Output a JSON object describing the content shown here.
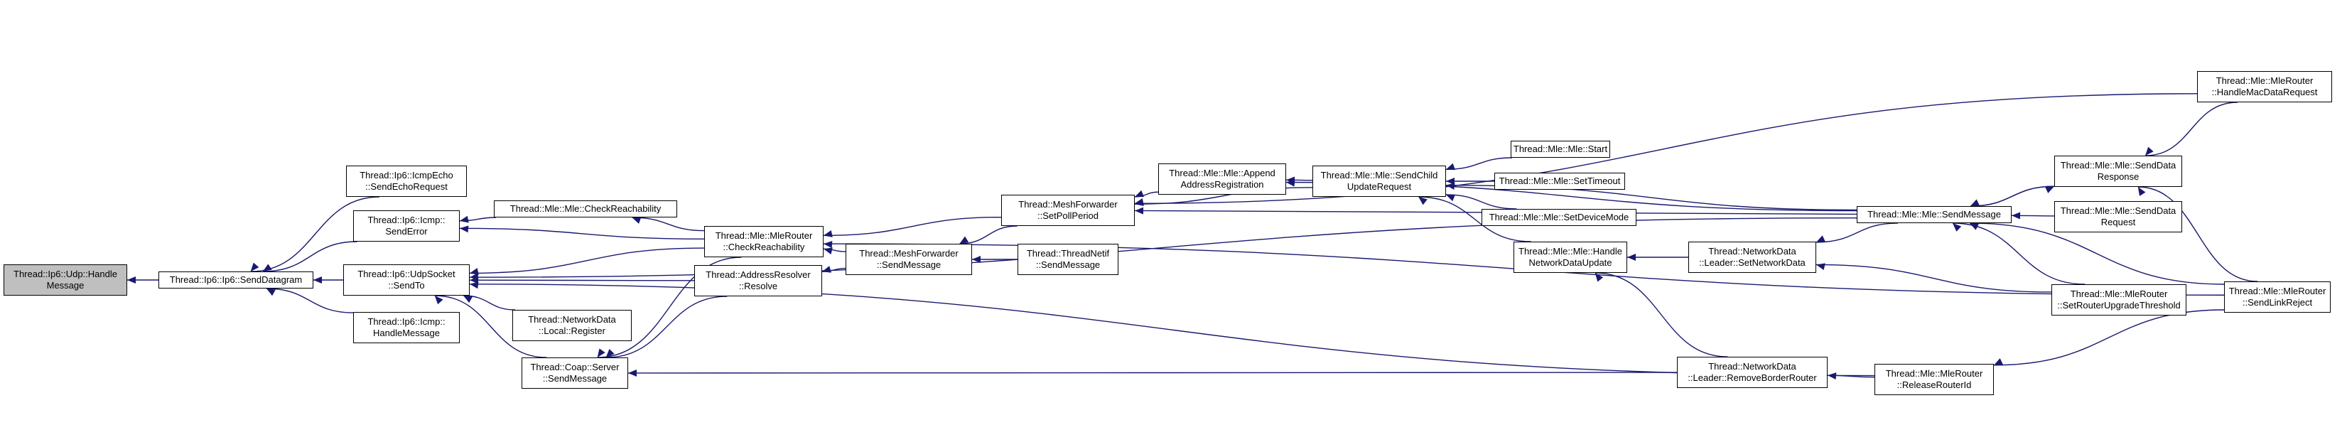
{
  "graph": {
    "edge_color": "#191970",
    "root_fill": "#bfbfbf",
    "nodes": {
      "n1": [
        "Thread::Ip6::Udp::Handle",
        "Message"
      ],
      "n2": [
        "Thread::Ip6::Ip6::SendDatagram"
      ],
      "n3": [
        "Thread::Ip6::IcmpEcho",
        "::SendEchoRequest"
      ],
      "n4": [
        "Thread::Ip6::Icmp::",
        "SendError"
      ],
      "n5": [
        "Thread::Ip6::UdpSocket",
        "::SendTo"
      ],
      "n6": [
        "Thread::Ip6::Icmp::",
        "HandleMessage"
      ],
      "n7": [
        "Thread::Mle::Mle::CheckReachability"
      ],
      "n8": [
        "Thread::NetworkData",
        "::Local::Register"
      ],
      "n9": [
        "Thread::Coap::Server",
        "::SendMessage"
      ],
      "n10": [
        "Thread::Mle::MleRouter",
        "::CheckReachability"
      ],
      "n11": [
        "Thread::AddressResolver",
        "::Resolve"
      ],
      "n12": [
        "Thread::MeshForwarder",
        "::SendMessage"
      ],
      "n13": [
        "Thread::MeshForwarder",
        "::SetPollPeriod"
      ],
      "n14": [
        "Thread::ThreadNetif",
        "::SendMessage"
      ],
      "n15": [
        "Thread::Mle::Mle::Append",
        "AddressRegistration"
      ],
      "n16": [
        "Thread::Mle::Mle::SendChild",
        "UpdateRequest"
      ],
      "n17": [
        "Thread::Mle::Mle::Start"
      ],
      "n18": [
        "Thread::Mle::Mle::SetTimeout"
      ],
      "n19": [
        "Thread::Mle::Mle::SetDeviceMode"
      ],
      "n20": [
        "Thread::Mle::Mle::Handle",
        "NetworkDataUpdate"
      ],
      "n21": [
        "Thread::NetworkData",
        "::Leader::SetNetworkData"
      ],
      "n22": [
        "Thread::NetworkData",
        "::Leader::RemoveBorderRouter"
      ],
      "n23": [
        "Thread::Mle::Mle::SendMessage"
      ],
      "n24": [
        "Thread::Mle::MleRouter",
        "::ReleaseRouterId"
      ],
      "n25": [
        "Thread::Mle::Mle::SendData",
        "Response"
      ],
      "n26": [
        "Thread::Mle::Mle::SendData",
        "Request"
      ],
      "n27": [
        "Thread::Mle::MleRouter",
        "::SetRouterUpgradeThreshold"
      ],
      "n28": [
        "Thread::Mle::MleRouter",
        "::HandleMacDataRequest"
      ],
      "n29": [
        "Thread::Mle::MleRouter",
        "::SendLinkReject"
      ]
    }
  }
}
